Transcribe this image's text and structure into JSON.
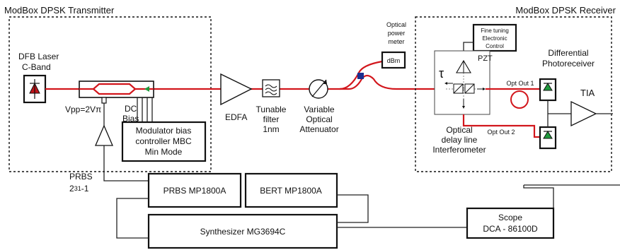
{
  "transmitter": {
    "title": "ModBox DPSK Transmitter",
    "laser_line1": "DFB Laser",
    "laser_line2": "C-Band",
    "vpp": "Vpp=2Vπ",
    "dc_bias_line1": "DC",
    "dc_bias_line2": "Bias",
    "mbc_line1": "Modulator bias",
    "mbc_line2": "controller MBC",
    "mbc_line3": "Min Mode",
    "prbs_label": "PRBS",
    "prbs_exp_base": "2",
    "prbs_exp_power": "31",
    "prbs_exp_tail": "-1"
  },
  "link": {
    "edfa": "EDFA",
    "filter_line1": "Tunable",
    "filter_line2": "filter",
    "filter_line3": "1nm",
    "voa_line1": "Variable",
    "voa_line2": "Optical",
    "voa_line3": "Attenuator",
    "power_meter_line1": "Optical",
    "power_meter_line2": "power",
    "power_meter_line3": "meter",
    "power_meter_unit": "dBm"
  },
  "receiver": {
    "title": "ModBox DPSK Receiver",
    "fine_tuning_line1": "Fine tuning",
    "fine_tuning_line2": "Electronic",
    "fine_tuning_line3": "Control",
    "pzt": "PZT",
    "tau": "τ",
    "opt_out_1": "Opt Out 1",
    "opt_out_2": "Opt Out 2",
    "photoreceiver_line1": "Differential",
    "photoreceiver_line2": "Photoreceiver",
    "tia": "TIA",
    "odl_line1": "Optical",
    "odl_line2": "delay line",
    "odl_line3": "Interferometer"
  },
  "instruments": {
    "prbs": "PRBS MP1800A",
    "bert": "BERT MP1800A",
    "synth": "Synthesizer MG3694C",
    "scope_line1": "Scope",
    "scope_line2": "DCA - 86100D"
  },
  "colors": {
    "fiber": "#d2161c",
    "laser_arrow": "#c0141a",
    "photodiode": "#1f9a3c",
    "coupler": "#1c2f8f",
    "modulator_arrow": "#1f9a3c"
  }
}
